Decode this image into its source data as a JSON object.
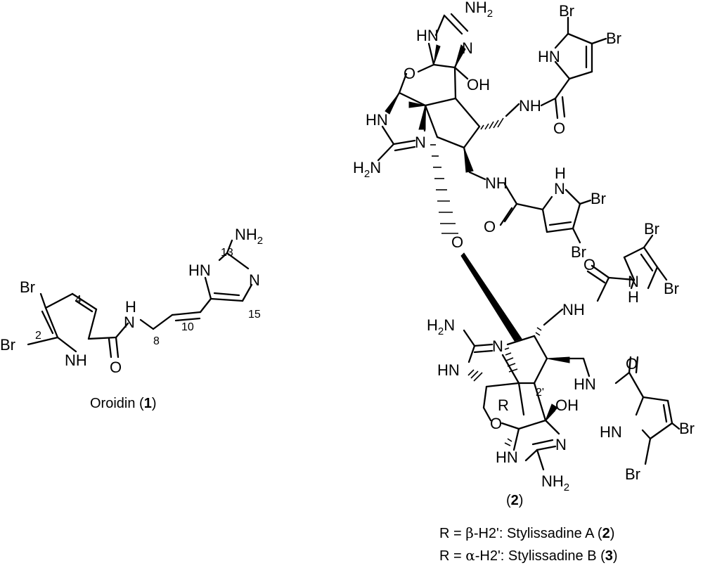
{
  "oroidin": {
    "caption_name": "Oroidin (",
    "caption_num": "1",
    "caption_close": ")",
    "labels": {
      "br4": "Br",
      "br2": "Br",
      "nh_pyrrole": "NH",
      "o_amide": "O",
      "nh_amide": "H",
      "n_amide": "N",
      "hn_imid": "HN",
      "n_imid": "N",
      "nh2": "NH",
      "nh2_sub": "2"
    },
    "locants": {
      "c2": "2",
      "c4": "4",
      "c8": "8",
      "c10": "10",
      "c13": "13",
      "c15": "15"
    }
  },
  "top_unit": {
    "labels": {
      "nh2_top": "NH",
      "nh2_top_sub": "2",
      "hn_top": "HN",
      "n_top": "N",
      "o_ring": "O",
      "oh": "OH",
      "hn_left": "HN",
      "n_left": "N",
      "h2n": "H",
      "h2n_sub": "2",
      "h2n_n": "N",
      "nh_c1": "NH",
      "o_c1": "O",
      "hn_p1": "HN",
      "br_p1a": "Br",
      "br_p1b": "Br",
      "nh_c2": "NH",
      "o_c2": "O",
      "nh_p2": "N",
      "h_p2": "H",
      "br_p2a": "Br",
      "br_p2b": "Br"
    }
  },
  "bridge": {
    "o": "O"
  },
  "bottom_unit": {
    "labels": {
      "h2n": "H",
      "h2n_sub": "2",
      "h2n_n": "N",
      "n_top": "N",
      "hn_left": "HN",
      "o_ring": "O",
      "r": "R",
      "loc_2p": "2'",
      "oh": "OH",
      "n_right": "N",
      "hn_bot": "HN",
      "nh2": "NH",
      "nh2_sub": "2",
      "o_c3": "O",
      "nh_c3": "NH",
      "br_p3a": "Br",
      "br_p3b": "Br",
      "n_p3": "N",
      "h_p3": "H",
      "hn_c4": "HN",
      "o_c4": "O",
      "hn_p4": "HN",
      "br_p4a": "Br",
      "br_p4b": "Br"
    },
    "caption_open": "(",
    "caption_num": "2",
    "caption_close": ")"
  },
  "legend": {
    "line1": {
      "prefix": "R = ",
      "greek": "β",
      "rest": "-H2': Stylissadine A (",
      "num": "2",
      "close": ")"
    },
    "line2": {
      "prefix": "R = ",
      "greek": "α",
      "rest": "-H2': Stylissadine B (",
      "num": "3",
      "close": ")"
    }
  }
}
